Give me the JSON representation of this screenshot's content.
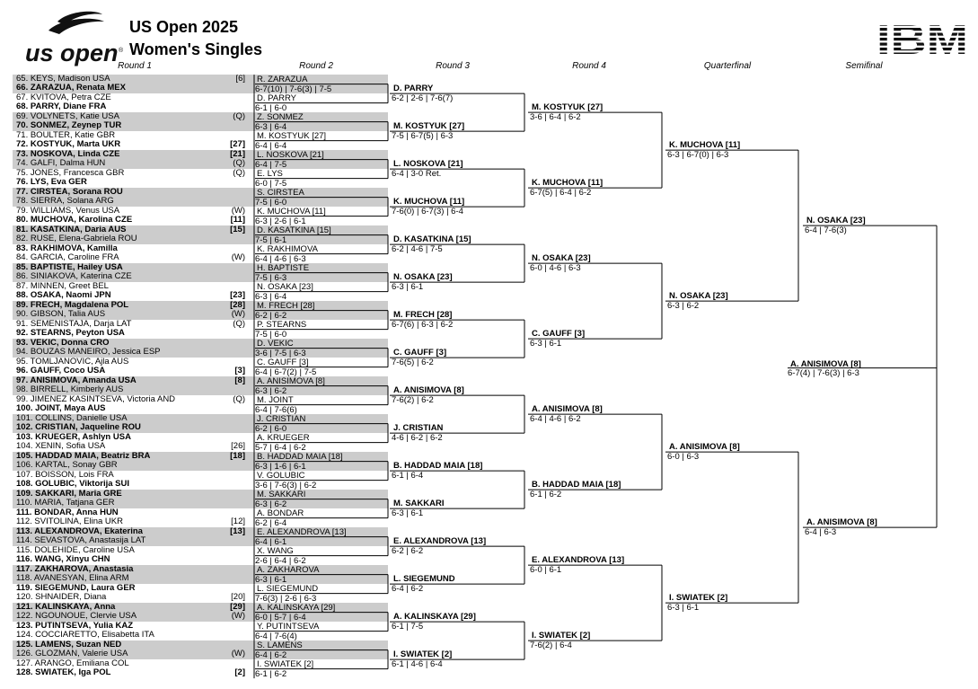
{
  "header": {
    "event_title": "US Open 2025",
    "draw_title": "Women's Singles",
    "logo_text": "us open",
    "logo_mark": "®",
    "sponsor": "IBM"
  },
  "rounds": [
    "Round 1",
    "Round 2",
    "Round 3",
    "Round 4",
    "Quarterfinal",
    "Semifinal"
  ],
  "round1": [
    {
      "label": "65. KEYS, Madison USA",
      "seed": "[6]"
    },
    {
      "label": "66. ZARAZUA, Renata MEX",
      "seed": ""
    },
    {
      "label": "67. KVITOVA, Petra CZE",
      "seed": ""
    },
    {
      "label": "68. PARRY, Diane FRA",
      "seed": ""
    },
    {
      "label": "69. VOLYNETS, Katie USA",
      "seed": "(Q)"
    },
    {
      "label": "70. SONMEZ, Zeynep TUR",
      "seed": ""
    },
    {
      "label": "71. BOULTER, Katie GBR",
      "seed": ""
    },
    {
      "label": "72. KOSTYUK, Marta UKR",
      "seed": "[27]"
    },
    {
      "label": "73. NOSKOVA, Linda CZE",
      "seed": "[21]"
    },
    {
      "label": "74. GALFI, Dalma HUN",
      "seed": "(Q)"
    },
    {
      "label": "75. JONES, Francesca GBR",
      "seed": "(Q)"
    },
    {
      "label": "76. LYS, Eva GER",
      "seed": ""
    },
    {
      "label": "77. CIRSTEA, Sorana ROU",
      "seed": ""
    },
    {
      "label": "78. SIERRA, Solana ARG",
      "seed": ""
    },
    {
      "label": "79. WILLIAMS, Venus USA",
      "seed": "(W)"
    },
    {
      "label": "80. MUCHOVA, Karolina CZE",
      "seed": "[11]"
    },
    {
      "label": "81. KASATKINA, Daria AUS",
      "seed": "[15]"
    },
    {
      "label": "82. RUSE, Elena-Gabriela ROU",
      "seed": ""
    },
    {
      "label": "83. RAKHIMOVA, Kamilla",
      "seed": ""
    },
    {
      "label": "84. GARCIA, Caroline FRA",
      "seed": "(W)"
    },
    {
      "label": "85. BAPTISTE, Hailey USA",
      "seed": ""
    },
    {
      "label": "86. SINIAKOVA, Katerina CZE",
      "seed": ""
    },
    {
      "label": "87. MINNEN, Greet BEL",
      "seed": ""
    },
    {
      "label": "88. OSAKA, Naomi JPN",
      "seed": "[23]"
    },
    {
      "label": "89. FRECH, Magdalena POL",
      "seed": "[28]"
    },
    {
      "label": "90. GIBSON, Talia AUS",
      "seed": "(W)"
    },
    {
      "label": "91. SEMENISTAJA, Darja LAT",
      "seed": "(Q)"
    },
    {
      "label": "92. STEARNS, Peyton USA",
      "seed": ""
    },
    {
      "label": "93. VEKIC, Donna CRO",
      "seed": ""
    },
    {
      "label": "94. BOUZAS MANEIRO, Jessica ESP",
      "seed": ""
    },
    {
      "label": "95. TOMLJANOVIC, Ajla AUS",
      "seed": ""
    },
    {
      "label": "96. GAUFF, Coco USA",
      "seed": "[3]"
    },
    {
      "label": "97. ANISIMOVA, Amanda USA",
      "seed": "[8]"
    },
    {
      "label": "98. BIRRELL, Kimberly AUS",
      "seed": ""
    },
    {
      "label": "99. JIMENEZ KASINTSEVA, Victoria AND",
      "seed": "(Q)"
    },
    {
      "label": "100. JOINT, Maya AUS",
      "seed": ""
    },
    {
      "label": "101. COLLINS, Danielle USA",
      "seed": ""
    },
    {
      "label": "102. CRISTIAN, Jaqueline ROU",
      "seed": ""
    },
    {
      "label": "103. KRUEGER, Ashlyn USA",
      "seed": ""
    },
    {
      "label": "104. XENIN, Sofia USA",
      "seed": "[26]"
    },
    {
      "label": "105. HADDAD MAIA, Beatriz BRA",
      "seed": "[18]"
    },
    {
      "label": "106. KARTAL, Sonay GBR",
      "seed": ""
    },
    {
      "label": "107. BOISSON, Lois FRA",
      "seed": ""
    },
    {
      "label": "108. GOLUBIC, Viktorija SUI",
      "seed": ""
    },
    {
      "label": "109. SAKKARI, Maria GRE",
      "seed": ""
    },
    {
      "label": "110. MARIA, Tatjana GER",
      "seed": ""
    },
    {
      "label": "111. BONDAR, Anna HUN",
      "seed": ""
    },
    {
      "label": "112. SVITOLINA, Elina UKR",
      "seed": "[12]"
    },
    {
      "label": "113. ALEXANDROVA, Ekaterina",
      "seed": "[13]"
    },
    {
      "label": "114. SEVASTOVA, Anastasija LAT",
      "seed": ""
    },
    {
      "label": "115. DOLEHIDE, Caroline USA",
      "seed": ""
    },
    {
      "label": "116. WANG, Xinyu CHN",
      "seed": ""
    },
    {
      "label": "117. ZAKHAROVA, Anastasia",
      "seed": ""
    },
    {
      "label": "118. AVANESYAN, Elina ARM",
      "seed": ""
    },
    {
      "label": "119. SIEGEMUND, Laura GER",
      "seed": ""
    },
    {
      "label": "120. SHNAIDER, Diana",
      "seed": "[20]"
    },
    {
      "label": "121. KALINSKAYA, Anna",
      "seed": "[29]"
    },
    {
      "label": "122. NGOUNOUE, Clervie USA",
      "seed": "(W)"
    },
    {
      "label": "123. PUTINTSEVA, Yulia KAZ",
      "seed": ""
    },
    {
      "label": "124. COCCIARETTO, Elisabetta ITA",
      "seed": ""
    },
    {
      "label": "125. LAMENS, Suzan NED",
      "seed": ""
    },
    {
      "label": "126. GLOZMAN, Valerie USA",
      "seed": "(W)"
    },
    {
      "label": "127. ARANGO, Emiliana COL",
      "seed": ""
    },
    {
      "label": "128. SWIATEK, Iga POL",
      "seed": "[2]"
    }
  ],
  "round2": [
    {
      "name": "R. ZARAZUA",
      "score": "6-7(10) | 7-6(3) | 7-5"
    },
    {
      "name": "D. PARRY",
      "score": "6-1 | 6-0"
    },
    {
      "name": "Z. SONMEZ",
      "score": "6-3 | 6-4"
    },
    {
      "name": "M. KOSTYUK [27]",
      "score": "6-4 | 6-4"
    },
    {
      "name": "L. NOSKOVA [21]",
      "score": "6-4 | 7-5"
    },
    {
      "name": "E. LYS",
      "score": "6-0 | 7-5"
    },
    {
      "name": "S. CIRSTEA",
      "score": "7-5 | 6-0"
    },
    {
      "name": "K. MUCHOVA [11]",
      "score": "6-3 | 2-6 | 6-1"
    },
    {
      "name": "D. KASATKINA [15]",
      "score": "7-5 | 6-1"
    },
    {
      "name": "K. RAKHIMOVA",
      "score": "6-4 | 4-6 | 6-3"
    },
    {
      "name": "H. BAPTISTE",
      "score": "7-5 | 6-3"
    },
    {
      "name": "N. OSAKA [23]",
      "score": "6-3 | 6-4"
    },
    {
      "name": "M. FRECH [28]",
      "score": "6-2 | 6-2"
    },
    {
      "name": "P. STEARNS",
      "score": "7-5 | 6-0"
    },
    {
      "name": "D. VEKIC",
      "score": "3-6 | 7-5 | 6-3"
    },
    {
      "name": "C. GAUFF [3]",
      "score": "6-4 | 6-7(2) | 7-5"
    },
    {
      "name": "A. ANISIMOVA [8]",
      "score": "6-3 | 6-2"
    },
    {
      "name": "M. JOINT",
      "score": "6-4 | 7-6(6)"
    },
    {
      "name": "J. CRISTIAN",
      "score": "6-2 | 6-0"
    },
    {
      "name": "A. KRUEGER",
      "score": "5-7 | 6-4 | 6-2"
    },
    {
      "name": "B. HADDAD MAIA [18]",
      "score": "6-3 | 1-6 | 6-1"
    },
    {
      "name": "V. GOLUBIC",
      "score": "3-6 | 7-6(3) | 6-2"
    },
    {
      "name": "M. SAKKARI",
      "score": "6-3 | 6-2"
    },
    {
      "name": "A. BONDAR",
      "score": "6-2 | 6-4"
    },
    {
      "name": "E. ALEXANDROVA [13]",
      "score": "6-4 | 6-1"
    },
    {
      "name": "X. WANG",
      "score": "2-6 | 6-4 | 6-2"
    },
    {
      "name": "A. ZAKHAROVA",
      "score": "6-3 | 6-1"
    },
    {
      "name": "L. SIEGEMUND",
      "score": "7-6(3) | 2-6 | 6-3"
    },
    {
      "name": "A. KALINSKAYA [29]",
      "score": "6-0 | 5-7 | 6-4"
    },
    {
      "name": "Y. PUTINTSEVA",
      "score": "6-4 | 7-6(4)"
    },
    {
      "name": "S. LAMENS",
      "score": "6-4 | 6-2"
    },
    {
      "name": "I. SWIATEK [2]",
      "score": "6-1 | 6-2"
    }
  ],
  "round3": [
    {
      "name": "D. PARRY",
      "score": "6-2 | 2-6 | 7-6(7)"
    },
    {
      "name": "M. KOSTYUK [27]",
      "score": "7-5 | 6-7(5) | 6-3"
    },
    {
      "name": "L. NOSKOVA [21]",
      "score": "6-4 | 3-0 Ret."
    },
    {
      "name": "K. MUCHOVA [11]",
      "score": "7-6(0) | 6-7(3) | 6-4"
    },
    {
      "name": "D. KASATKINA [15]",
      "score": "6-2 | 4-6 | 7-5"
    },
    {
      "name": "N. OSAKA [23]",
      "score": "6-3 | 6-1"
    },
    {
      "name": "M. FRECH [28]",
      "score": "6-7(6) | 6-3 | 6-2"
    },
    {
      "name": "C. GAUFF [3]",
      "score": "7-6(5) | 6-2"
    },
    {
      "name": "A. ANISIMOVA [8]",
      "score": "7-6(2) | 6-2"
    },
    {
      "name": "J. CRISTIAN",
      "score": "4-6 | 6-2 | 6-2"
    },
    {
      "name": "B. HADDAD MAIA [18]",
      "score": "6-1 | 6-4"
    },
    {
      "name": "M. SAKKARI",
      "score": "6-3 | 6-1"
    },
    {
      "name": "E. ALEXANDROVA [13]",
      "score": "6-2 | 6-2"
    },
    {
      "name": "L. SIEGEMUND",
      "score": "6-4 | 6-2"
    },
    {
      "name": "A. KALINSKAYA [29]",
      "score": "6-1 | 7-5"
    },
    {
      "name": "I. SWIATEK [2]",
      "score": "6-1 | 4-6 | 6-4"
    }
  ],
  "round4": [
    {
      "name": "M. KOSTYUK [27]",
      "score": "3-6 | 6-4 | 6-2"
    },
    {
      "name": "K. MUCHOVA [11]",
      "score": "6-7(5) | 6-4 | 6-2"
    },
    {
      "name": "N. OSAKA [23]",
      "score": "6-0 | 4-6 | 6-3"
    },
    {
      "name": "C. GAUFF [3]",
      "score": "6-3 | 6-1"
    },
    {
      "name": "A. ANISIMOVA [8]",
      "score": "6-4 | 4-6 | 6-2"
    },
    {
      "name": "B. HADDAD MAIA [18]",
      "score": "6-1 | 6-2"
    },
    {
      "name": "E. ALEXANDROVA [13]",
      "score": "6-0 | 6-1"
    },
    {
      "name": "I. SWIATEK [2]",
      "score": "7-6(2) | 6-4"
    }
  ],
  "quarterfinal": [
    {
      "name": "K. MUCHOVA [11]",
      "score": "6-3 | 6-7(0) | 6-3"
    },
    {
      "name": "N. OSAKA [23]",
      "score": "6-3 | 6-2"
    },
    {
      "name": "A. ANISIMOVA [8]",
      "score": "6-0 | 6-3"
    },
    {
      "name": "I. SWIATEK [2]",
      "score": "6-3 | 6-1"
    }
  ],
  "semifinal": [
    {
      "name": "N. OSAKA [23]",
      "score": "6-4 | 7-6(3)"
    },
    {
      "name": "A. ANISIMOVA [8]",
      "score": "6-4 | 6-3"
    }
  ],
  "final": {
    "name": "A. ANISIMOVA [8]",
    "score": "6-7(4) | 7-6(3) | 6-3"
  }
}
